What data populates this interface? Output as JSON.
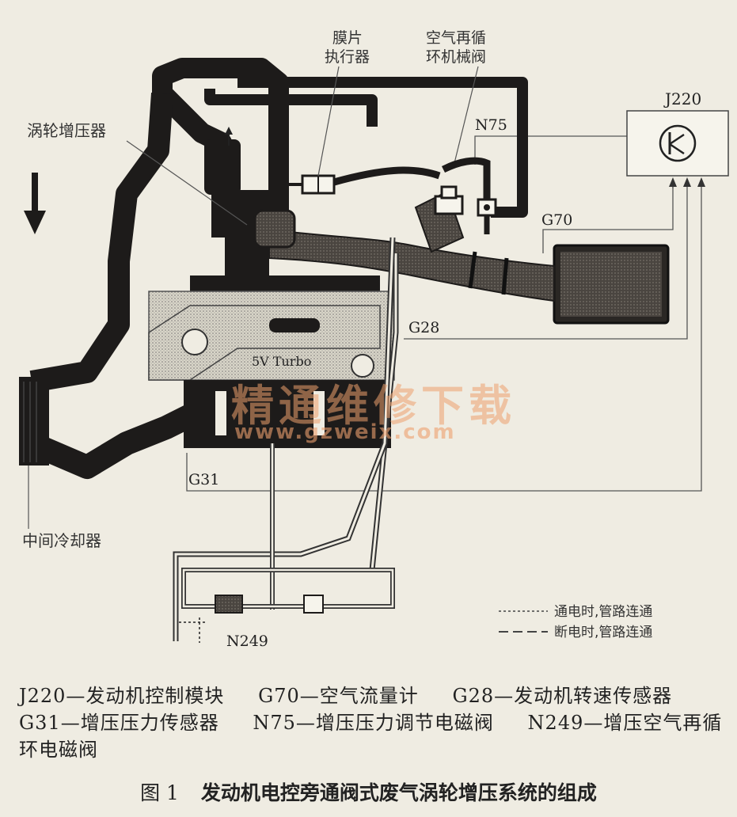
{
  "labels": {
    "diaphragm_actuator": [
      "膜片",
      "执行器"
    ],
    "recirc_valve": [
      "空气再循",
      "环机械阀"
    ],
    "turbocharger": "涡轮增压器",
    "intercooler": "中间冷却器",
    "ecu": "J220",
    "n75": "N75",
    "g70": "G70",
    "g28": "G28",
    "g31": "G31",
    "n249": "N249",
    "engine_badge": "5V Turbo"
  },
  "line_legend": {
    "powered": "通电时,管路连通",
    "unpowered": "断电时,管路连通"
  },
  "notes": [
    "J220—发动机控制模块",
    "G70—空气流量计",
    "G28—发动机转速传感器",
    "G31—增压压力传感器",
    "N75—增压压力调节电磁阀",
    "N249—增压空气再循环电磁阀"
  ],
  "caption": {
    "figure_no": "图 1",
    "title": "发动机电控旁通阀式废气涡轮增压系统的组成"
  },
  "watermark": {
    "text": "精通维修下载",
    "url": "www.gzweix.com"
  },
  "colors": {
    "pipe": "#1d1b1a",
    "background": "#efece2",
    "watermark": "#eca06e"
  }
}
